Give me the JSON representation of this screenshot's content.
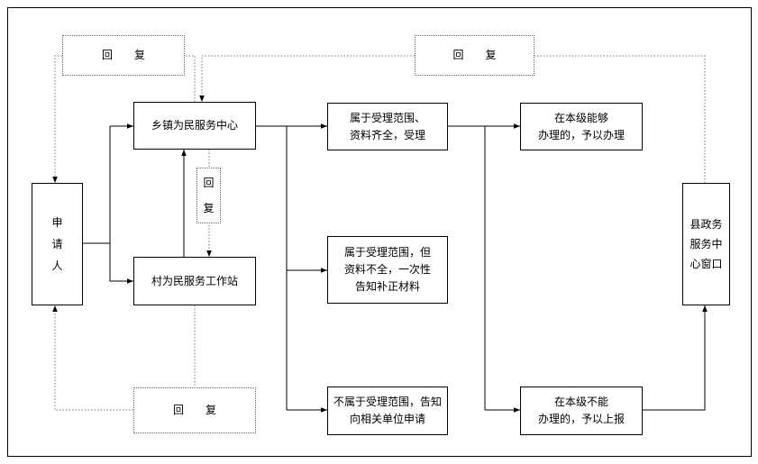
{
  "nodes": {
    "applicant": "申\n请\n人",
    "township_center": "乡镇为民服务中心",
    "village_station": "村为民服务工作站",
    "accepted": "属于受理范围、\n资料齐全，受理",
    "incomplete": "属于受理范围，但\n资料不全，一次性\n告知补正材料",
    "not_in_scope": "不属于受理范围，告知\n向相关单位申请",
    "handle_here": "在本级能够\n办理的，予以办理",
    "report_up": "在本级不能\n办理的，予以上报",
    "county_window": "县政务\n服务中\n心窗口"
  },
  "replies": {
    "top_left": "回　　复",
    "top_right": "回　　复",
    "bottom": "回　　复",
    "middle": "回\n\n复"
  }
}
